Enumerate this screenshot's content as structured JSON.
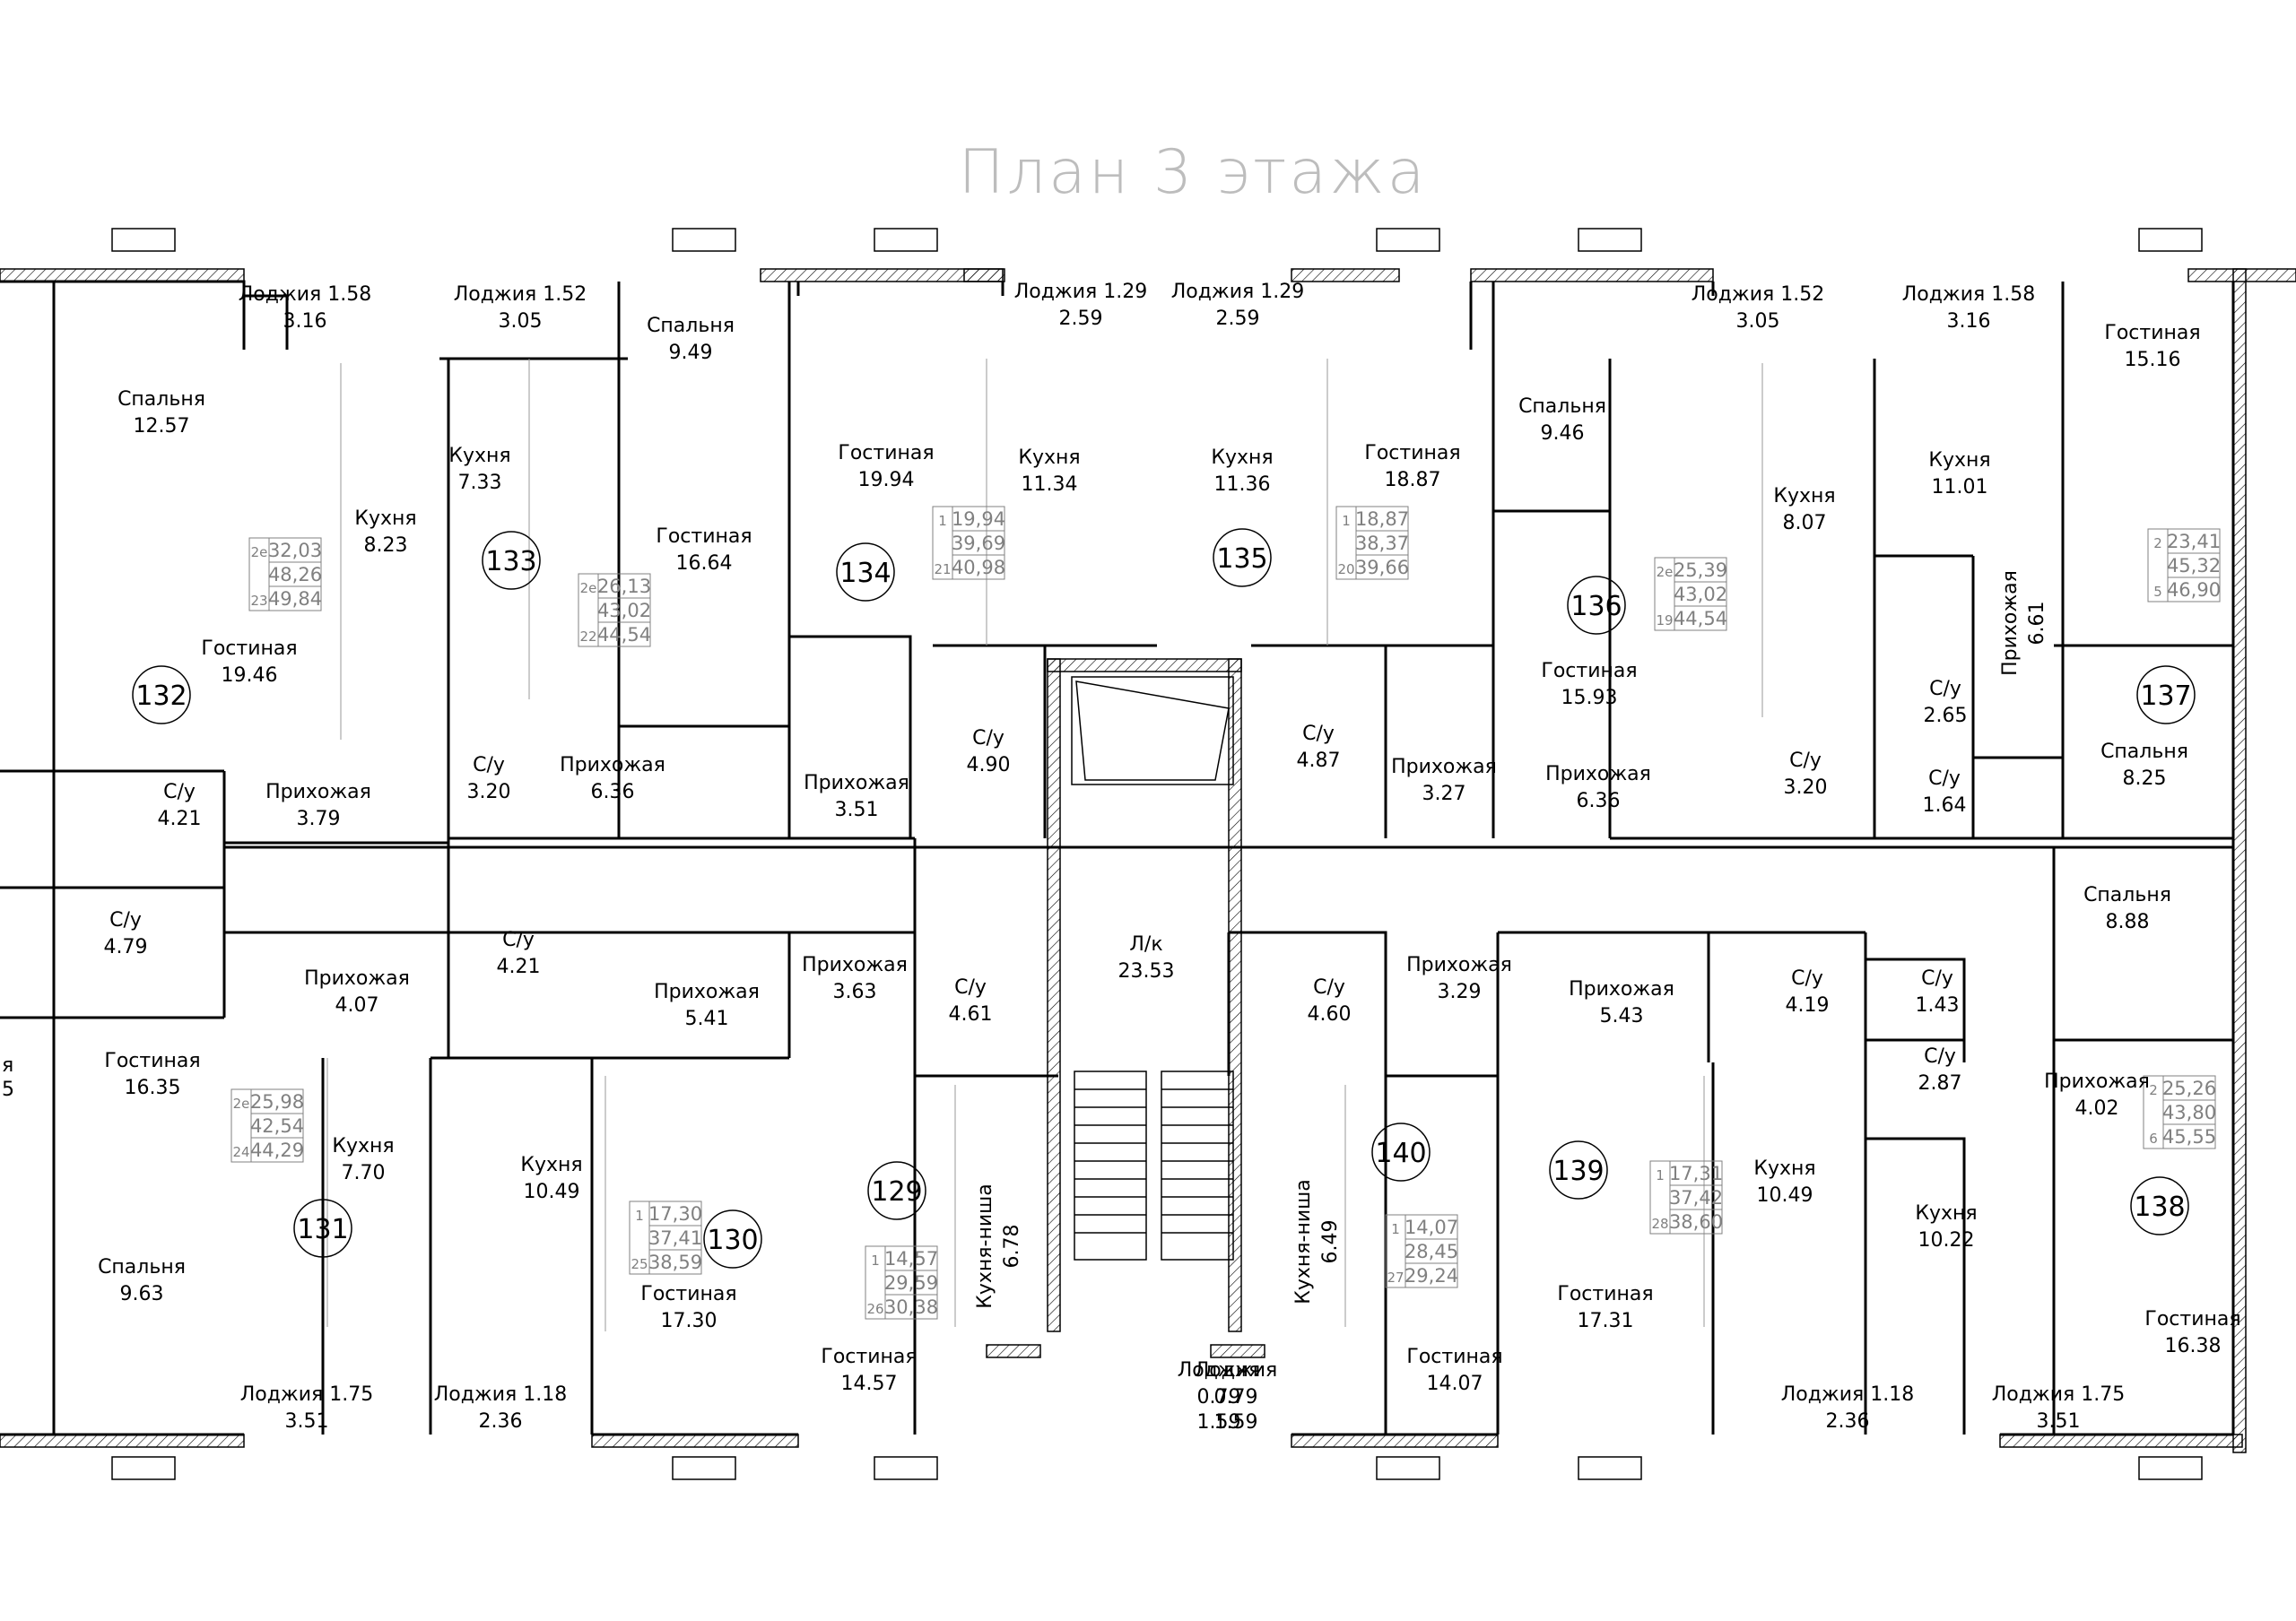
{
  "title": "План 3 этажа",
  "apartments": [
    {
      "number": "132",
      "table": {
        "r1": [
          "2e",
          "32,03"
        ],
        "r2": [
          "",
          "48,26"
        ],
        "r3": [
          "23",
          "49,84"
        ]
      }
    },
    {
      "number": "133",
      "table": {
        "r1": [
          "2e",
          "26,13"
        ],
        "r2": [
          "",
          "43,02"
        ],
        "r3": [
          "22",
          "44,54"
        ]
      }
    },
    {
      "number": "134",
      "table": {
        "r1": [
          "1",
          "19,94"
        ],
        "r2": [
          "",
          "39,69"
        ],
        "r3": [
          "21",
          "40,98"
        ]
      }
    },
    {
      "number": "135",
      "table": {
        "r1": [
          "1",
          "18,87"
        ],
        "r2": [
          "",
          "38,37"
        ],
        "r3": [
          "20",
          "39,66"
        ]
      }
    },
    {
      "number": "136",
      "table": {
        "r1": [
          "2e",
          "25,39"
        ],
        "r2": [
          "",
          "43,02"
        ],
        "r3": [
          "19",
          "44,54"
        ]
      }
    },
    {
      "number": "137",
      "table": {
        "r1": [
          "2",
          "23,41"
        ],
        "r2": [
          "",
          "45,32"
        ],
        "r3": [
          "5",
          "46,90"
        ]
      }
    },
    {
      "number": "138",
      "table": {
        "r1": [
          "2",
          "25,26"
        ],
        "r2": [
          "",
          "43,80"
        ],
        "r3": [
          "6",
          "45,55"
        ]
      }
    },
    {
      "number": "139",
      "table": {
        "r1": [
          "1",
          "17,31"
        ],
        "r2": [
          "",
          "37,42"
        ],
        "r3": [
          "28",
          "38,60"
        ]
      }
    },
    {
      "number": "140",
      "table": {
        "r1": [
          "1",
          "14,07"
        ],
        "r2": [
          "",
          "28,45"
        ],
        "r3": [
          "27",
          "29,24"
        ]
      }
    },
    {
      "number": "129",
      "table": {
        "r1": [
          "1",
          "14,57"
        ],
        "r2": [
          "",
          "29,59"
        ],
        "r3": [
          "26",
          "30,38"
        ]
      }
    },
    {
      "number": "130",
      "table": {
        "r1": [
          "1",
          "17,30"
        ],
        "r2": [
          "",
          "37,41"
        ],
        "r3": [
          "25",
          "38,59"
        ]
      }
    },
    {
      "number": "131",
      "table": {
        "r1": [
          "2e",
          "25,98"
        ],
        "r2": [
          "",
          "42,54"
        ],
        "r3": [
          "24",
          "44,29"
        ]
      }
    }
  ],
  "rooms": [
    {
      "name": "Лоджия 1.58",
      "area": "3.16"
    },
    {
      "name": "Лоджия 1.52",
      "area": "3.05"
    },
    {
      "name": "Спальня",
      "area": "12.57"
    },
    {
      "name": "Спальня",
      "area": "9.49"
    },
    {
      "name": "Кухня",
      "area": "8.23"
    },
    {
      "name": "Кухня",
      "area": "7.33"
    },
    {
      "name": "Гостиная",
      "area": "16.64"
    },
    {
      "name": "Гостиная",
      "area": "19.46"
    },
    {
      "name": "С/у",
      "area": "4.21"
    },
    {
      "name": "Прихожая",
      "area": "3.79"
    },
    {
      "name": "С/у",
      "area": "3.20"
    },
    {
      "name": "Прихожая",
      "area": "6.36"
    },
    {
      "name": "С/у",
      "area": "4.79"
    },
    {
      "name": "Лоджия 1.29",
      "area": "2.59"
    },
    {
      "name": "Лоджия 1.29",
      "area": "2.59"
    },
    {
      "name": "Гостиная",
      "area": "19.94"
    },
    {
      "name": "Кухня",
      "area": "11.34"
    },
    {
      "name": "Кухня",
      "area": "11.36"
    },
    {
      "name": "Гостиная",
      "area": "18.87"
    },
    {
      "name": "С/у",
      "area": "4.90"
    },
    {
      "name": "Прихожая",
      "area": "3.51"
    },
    {
      "name": "С/у",
      "area": "4.87"
    },
    {
      "name": "Прихожая",
      "area": "3.27"
    },
    {
      "name": "Лоджия 1.52",
      "area": "3.05"
    },
    {
      "name": "Лоджия 1.58",
      "area": "3.16"
    },
    {
      "name": "Спальня",
      "area": "9.46"
    },
    {
      "name": "Кухня",
      "area": "8.07"
    },
    {
      "name": "Кухня",
      "area": "11.01"
    },
    {
      "name": "Гостиная",
      "area": "15.16"
    },
    {
      "name": "Гостиная",
      "area": "15.93"
    },
    {
      "name": "Прихожая",
      "area": "6.36"
    },
    {
      "name": "С/у",
      "area": "3.20"
    },
    {
      "name": "С/у",
      "area": "2.65"
    },
    {
      "name": "С/у",
      "area": "1.64"
    },
    {
      "name": "Прихожая",
      "area": "6.61"
    },
    {
      "name": "Спальня",
      "area": "8.25"
    },
    {
      "name": "Спальня",
      "area": "8.88"
    },
    {
      "name": "Прихожая",
      "area": "4.07"
    },
    {
      "name": "С/у",
      "area": "4.21"
    },
    {
      "name": "Прихожая",
      "area": "5.41"
    },
    {
      "name": "Прихожая",
      "area": "3.63"
    },
    {
      "name": "С/у",
      "area": "4.61"
    },
    {
      "name": "Л/к",
      "area": "23.53"
    },
    {
      "name": "С/у",
      "area": "4.60"
    },
    {
      "name": "Прихожая",
      "area": "3.29"
    },
    {
      "name": "Прихожая",
      "area": "5.43"
    },
    {
      "name": "С/у",
      "area": "4.19"
    },
    {
      "name": "С/у",
      "area": "1.43"
    },
    {
      "name": "С/у",
      "area": "2.87"
    },
    {
      "name": "Прихожая",
      "area": "4.02"
    },
    {
      "name": "Гостиная",
      "area": "16.35"
    },
    {
      "name": "Кухня",
      "area": "7.70"
    },
    {
      "name": "Кухня",
      "area": "10.49"
    },
    {
      "name": "Кухня-ниша",
      "area": "6.78"
    },
    {
      "name": "Кухня-ниша",
      "area": "6.49"
    },
    {
      "name": "Кухня",
      "area": "10.49"
    },
    {
      "name": "Кухня",
      "area": "10.22"
    },
    {
      "name": "Спальня",
      "area": "9.63"
    },
    {
      "name": "Гостиная",
      "area": "17.30"
    },
    {
      "name": "Гостиная",
      "area": "14.57"
    },
    {
      "name": "Гостиная",
      "area": "14.07"
    },
    {
      "name": "Гостиная",
      "area": "17.31"
    },
    {
      "name": "Гостиная",
      "area": "16.38"
    },
    {
      "name": "Лоджия 1.75",
      "area": "3.51"
    },
    {
      "name": "Лоджия 1.18",
      "area": "2.36"
    },
    {
      "name": "Лоджия",
      "area": "0.79",
      "area2": "1.59"
    },
    {
      "name": "Лоджия",
      "area": "0.79",
      "area2": "1.59"
    },
    {
      "name": "Лоджия 1.18",
      "area": "2.36"
    },
    {
      "name": "Лоджия 1.75",
      "area": "3.51"
    }
  ],
  "edge_fragments": [
    "я",
    "5"
  ]
}
